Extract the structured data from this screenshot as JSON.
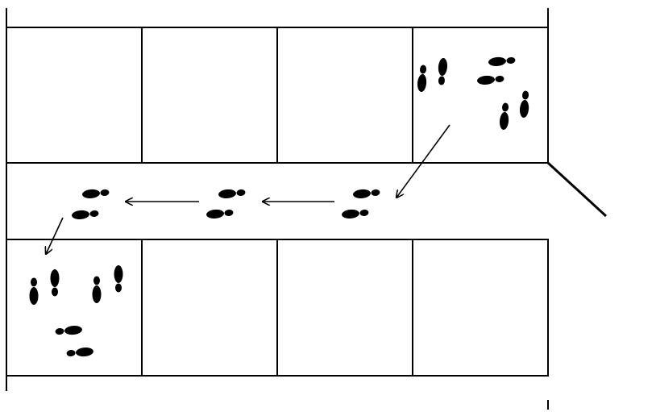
{
  "diagram": {
    "description_text": "",
    "colors": {
      "line": "#000000",
      "background": "#ffffff",
      "footprint": "#000000"
    },
    "rooms": {
      "top_row": [
        "room-1",
        "room-2",
        "room-3",
        "room-4"
      ],
      "bottom_row": [
        "room-5",
        "room-6",
        "room-7",
        "room-8"
      ],
      "corridor": "corridor"
    },
    "footprint_path": {
      "start_room": "room-4",
      "end_room": "room-5",
      "corridor_step_groups": 3,
      "arrows": 4
    },
    "icons": {
      "footprint": "footprint-icon",
      "arrow": "arrow-icon",
      "door": "door-line"
    }
  }
}
